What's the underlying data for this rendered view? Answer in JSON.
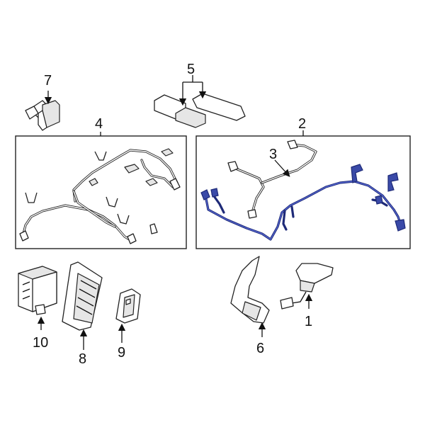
{
  "callouts": [
    {
      "id": "1",
      "text": "1"
    },
    {
      "id": "2",
      "text": "2"
    },
    {
      "id": "3",
      "text": "3"
    },
    {
      "id": "4",
      "text": "4"
    },
    {
      "id": "5",
      "text": "5"
    },
    {
      "id": "6",
      "text": "6"
    },
    {
      "id": "7",
      "text": "7"
    },
    {
      "id": "8",
      "text": "8"
    },
    {
      "id": "9",
      "text": "9"
    },
    {
      "id": "10",
      "text": "10"
    }
  ],
  "colors": {
    "line": "#222222",
    "highlight": "#1e2a78",
    "background": "#ffffff"
  }
}
